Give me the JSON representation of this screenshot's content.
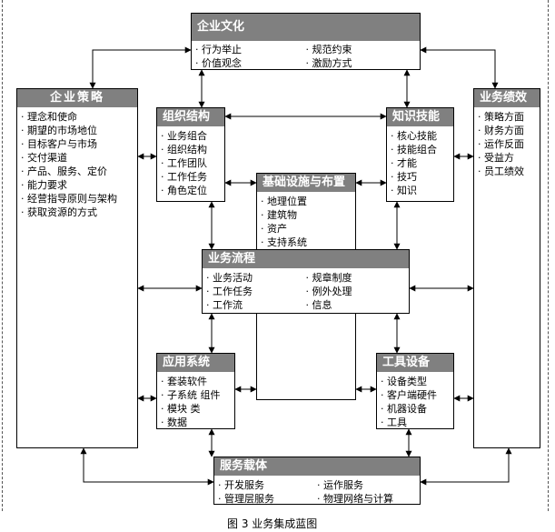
{
  "top_text": "……",
  "caption": "图 3      业务集成蓝图",
  "boxes": {
    "culture": {
      "title": "企业文化",
      "left": [
        "行为举止",
        "价值观念"
      ],
      "right": [
        "规范约束",
        "激励方式"
      ]
    },
    "strategy": {
      "title": "企业策略",
      "items": [
        "理念和使命",
        "期望的市场地位",
        "目标客户与市场",
        "交付渠道",
        "产品、服务、定价",
        "能力要求",
        "经营指导原则与架构",
        "获取资源的方式"
      ]
    },
    "org": {
      "title": "组织结构",
      "items": [
        "业务组合",
        "组织结构",
        "工作团队",
        "工作任务",
        "角色定位"
      ]
    },
    "skills": {
      "title": "知识技能",
      "items": [
        "核心技能",
        "技能组合",
        "才能",
        "技巧",
        "知识"
      ]
    },
    "performance": {
      "title": "业务绩效",
      "items": [
        "策略方面",
        "财务方面",
        "运作反面",
        "受益方",
        "员工绩效"
      ]
    },
    "infra": {
      "title": "基础设施与布置",
      "items": [
        "地理位置",
        "建筑物",
        "资产",
        "支持系统"
      ]
    },
    "process": {
      "title": "业务流程",
      "left": [
        "业务活动",
        "工作任务",
        "工作流"
      ],
      "right": [
        "规章制度",
        "例外处理",
        "信息"
      ]
    },
    "apps": {
      "title": "应用系统",
      "items": [
        "套装软件",
        "子系统 组件",
        "模块 类",
        "数据"
      ]
    },
    "tools": {
      "title": "工具设备",
      "items": [
        "设备类型",
        "客户端硬件",
        "机器设备",
        "工具"
      ]
    },
    "service": {
      "title": "服务载体",
      "left": [
        "开发服务",
        "管理层服务"
      ],
      "right": [
        "运作服务",
        "物理网络与计算"
      ]
    }
  }
}
